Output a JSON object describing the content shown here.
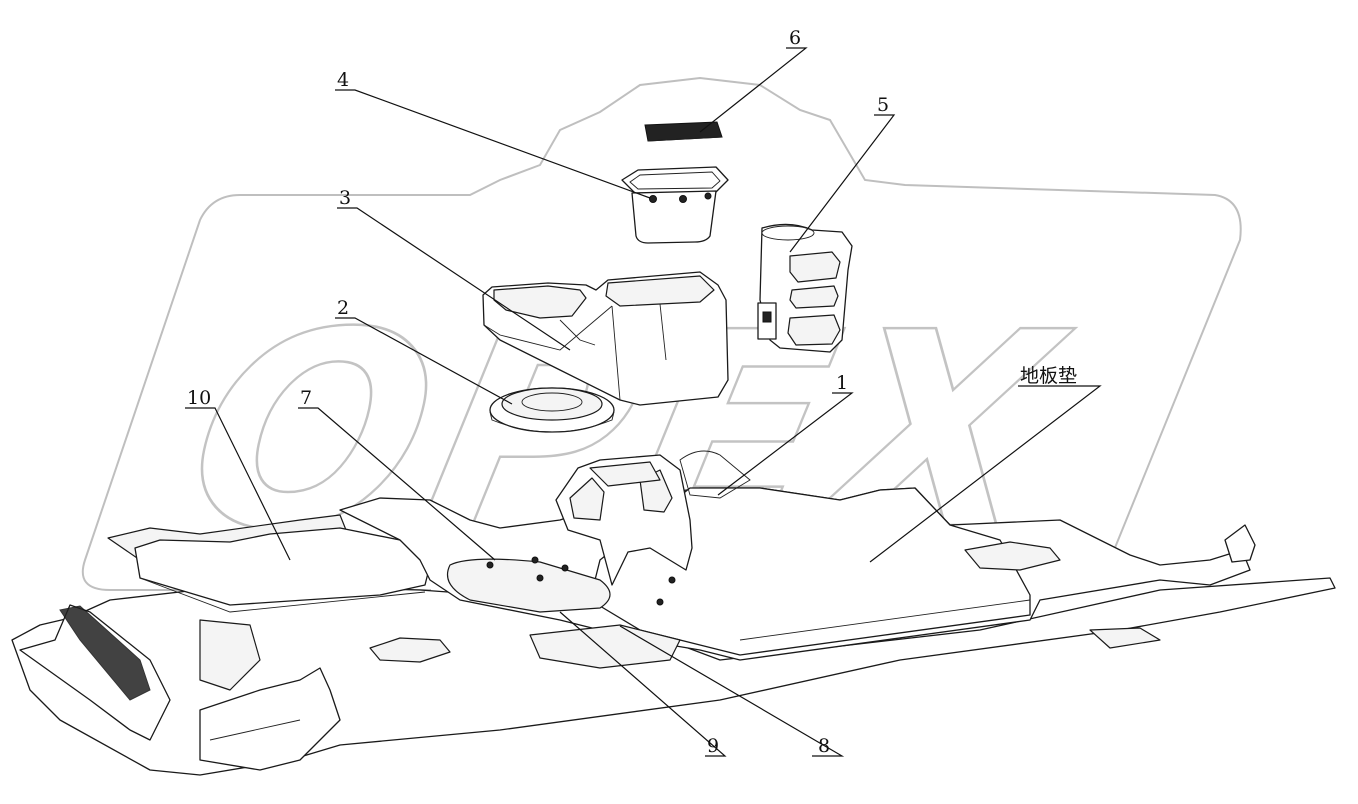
{
  "figure": {
    "watermark": "OPEX",
    "callouts": [
      {
        "id": "callout-6",
        "text": "6"
      },
      {
        "id": "callout-4",
        "text": "4"
      },
      {
        "id": "callout-5",
        "text": "5"
      },
      {
        "id": "callout-3",
        "text": "3"
      },
      {
        "id": "callout-2",
        "text": "2"
      },
      {
        "id": "callout-10",
        "text": "10"
      },
      {
        "id": "callout-7",
        "text": "7"
      },
      {
        "id": "callout-1",
        "text": "1"
      },
      {
        "id": "callout-floor-mat",
        "text": "地板垫"
      },
      {
        "id": "callout-9",
        "text": "9"
      },
      {
        "id": "callout-8",
        "text": "8"
      }
    ]
  }
}
